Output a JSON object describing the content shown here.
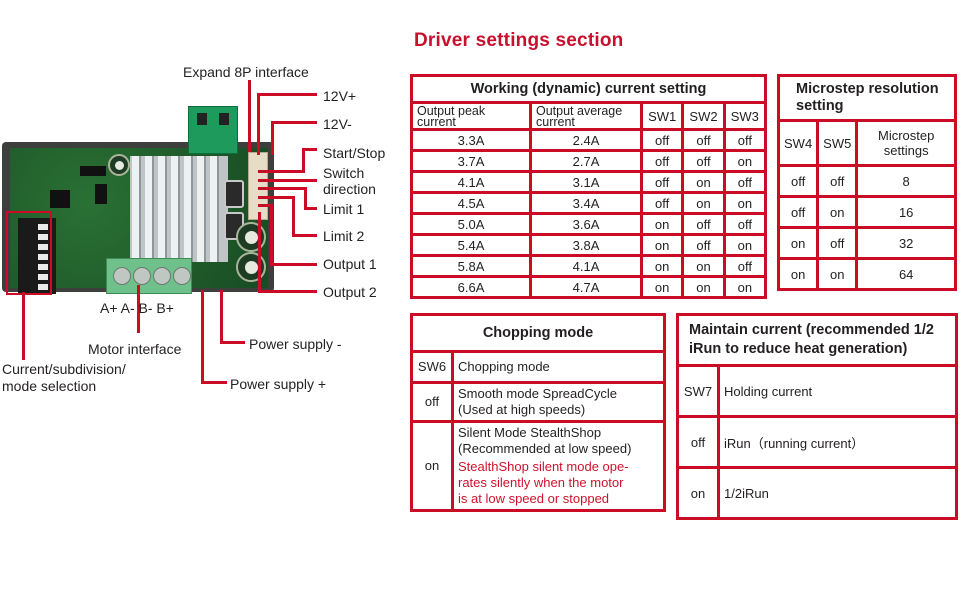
{
  "title": "Driver settings section",
  "diagram": {
    "labels": {
      "expand": "Expand 8P interface",
      "v12p": "12V+",
      "v12m": "12V-",
      "startstop": "Start/Stop",
      "switch_dir_1": "Switch",
      "switch_dir_2": "direction",
      "limit1": "Limit 1",
      "limit2": "Limit 2",
      "output1": "Output 1",
      "output2": "Output 2",
      "motor_pins": "A+ A- B- B+",
      "motor_interface": "Motor interface",
      "power_minus": "Power supply -",
      "power_plus": "Power supply +",
      "selection_1": "Current/subdivision/",
      "selection_2": "mode selection"
    }
  },
  "current_table": {
    "title": "Working (dynamic) current setting",
    "headers": [
      "Output peak current",
      "Output average current",
      "SW1",
      "SW2",
      "SW3"
    ],
    "rows": [
      [
        "3.3A",
        "2.4A",
        "off",
        "off",
        "off"
      ],
      [
        "3.7A",
        "2.7A",
        "off",
        "off",
        "on"
      ],
      [
        "4.1A",
        "3.1A",
        "off",
        "on",
        "off"
      ],
      [
        "4.5A",
        "3.4A",
        "off",
        "on",
        "on"
      ],
      [
        "5.0A",
        "3.6A",
        "on",
        "off",
        "off"
      ],
      [
        "5.4A",
        "3.8A",
        "on",
        "off",
        "on"
      ],
      [
        "5.8A",
        "4.1A",
        "on",
        "on",
        "off"
      ],
      [
        "6.6A",
        "4.7A",
        "on",
        "on",
        "on"
      ]
    ]
  },
  "microstep_table": {
    "title": "Microstep resolution setting",
    "headers": [
      "SW4",
      "SW5",
      "Microstep settings"
    ],
    "rows": [
      [
        "off",
        "off",
        "8"
      ],
      [
        "off",
        "on",
        "16"
      ],
      [
        "on",
        "off",
        "32"
      ],
      [
        "on",
        "on",
        "64"
      ]
    ]
  },
  "chopping_table": {
    "title": "Chopping mode",
    "header": [
      "SW6",
      "Chopping mode"
    ],
    "off": {
      "state": "off",
      "line1": "Smooth mode SpreadCycle",
      "line2": "(Used at high speeds)"
    },
    "on": {
      "state": "on",
      "line1": "Silent Mode StealthShop",
      "line2": "(Recommended at low speed)",
      "note1": "StealthShop silent mode ope-",
      "note2": "rates silently when the motor",
      "note3": "is at low speed or stopped"
    }
  },
  "holding_table": {
    "title_1": "Maintain current (recommended 1/2",
    "title_2": "iRun to reduce heat generation)",
    "rows": [
      [
        "SW7",
        "Holding current"
      ],
      [
        "off",
        "iRun（running current）"
      ],
      [
        "on",
        "1/2iRun"
      ]
    ]
  },
  "colors": {
    "accent": "#cc0c25",
    "title": "#c8102e",
    "text": "#231f20"
  }
}
